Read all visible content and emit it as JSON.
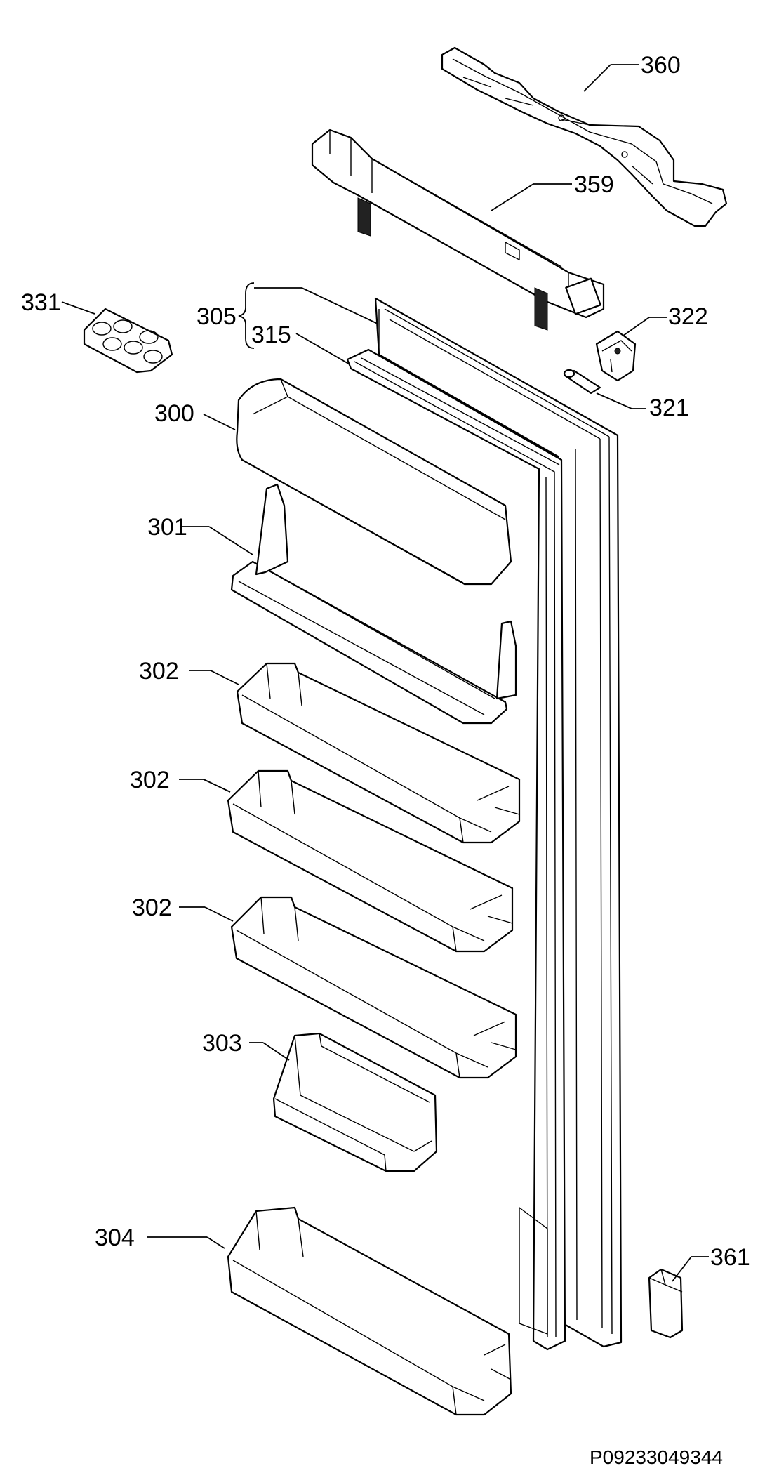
{
  "labels": {
    "p360": "360",
    "p359": "359",
    "p331": "331",
    "p305": "305",
    "p315": "315",
    "p322": "322",
    "p321": "321",
    "p300": "300",
    "p301": "301",
    "p302a": "302",
    "p302b": "302",
    "p302c": "302",
    "p303": "303",
    "p304": "304",
    "p361": "361"
  },
  "drawing_code": "P09233049344"
}
